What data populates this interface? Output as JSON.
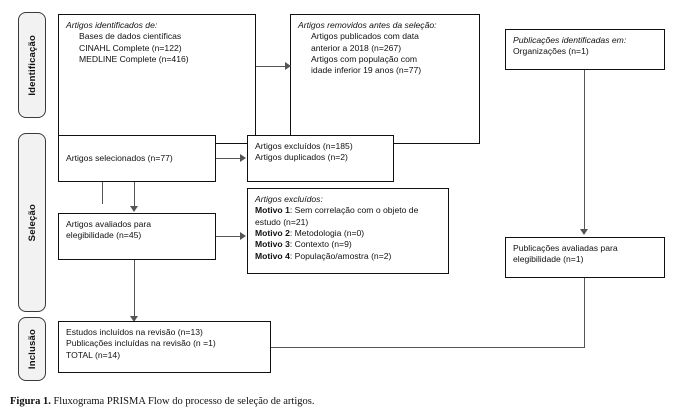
{
  "figure": {
    "caption_label": "Figura 1.",
    "caption_text": " Fluxograma PRISMA Flow do processo de seleção de artigos."
  },
  "stages": [
    {
      "id": "identificacao",
      "label": "Identificação"
    },
    {
      "id": "selecao",
      "label": "Seleção"
    },
    {
      "id": "inclusao",
      "label": "Inclusão"
    }
  ],
  "boxes": {
    "identified": {
      "title": "Artigos identificados de:",
      "line1": "Bases de dados científicas",
      "line2": "CINAHL Complete (n=122)",
      "line3": "MEDLINE Complete (n=416)"
    },
    "removed": {
      "title": "Artigos removidos antes da seleção:",
      "line1": "Artigos publicados com data",
      "line2": "anterior a 2018 (n=267)",
      "line3": "Artigos com população com",
      "line4": "idade inferior 19 anos (n=77)"
    },
    "pub_identified": {
      "title": "Publicações identificadas em:",
      "line1": "Organizações (n=1)"
    },
    "screened": {
      "line1": "Artigos selecionados  (n=77)"
    },
    "excluded_dup": {
      "line1": "Artigos excluídos (n=185)",
      "line2": "Artigos duplicados (n=2)"
    },
    "eligibility": {
      "line1": "Artigos avaliados para",
      "line2": "elegibilidade  (n=45)"
    },
    "excluded_reasons": {
      "title": "Artigos excluídos:",
      "r1_label": "Motivo 1",
      "r1_text": ": Sem correlação com o objeto de",
      "r1_cont": "estudo (n=21)",
      "r2_label": "Motivo 2",
      "r2_text": ": Metodologia  (n=0)",
      "r3_label": "Motivo 3",
      "r3_text": ": Contexto (n=9)",
      "r4_label": "Motivo 4",
      "r4_text": ": População/amostra  (n=2)"
    },
    "pub_eligibility": {
      "line1": "Publicações avaliadas para",
      "line2": "elegibilidade  (n=1)"
    },
    "included": {
      "line1": "Estudos incluídos na revisão (n=13)",
      "line2": "Publicações incluídas na revisão (n =1)",
      "line3": "TOTAL (n=14)"
    }
  },
  "colors": {
    "box_border": "#111111",
    "stage_fill": "#f2f2f2",
    "stage_border": "#3a3a3a",
    "connector": "#555555",
    "text": "#111111"
  }
}
